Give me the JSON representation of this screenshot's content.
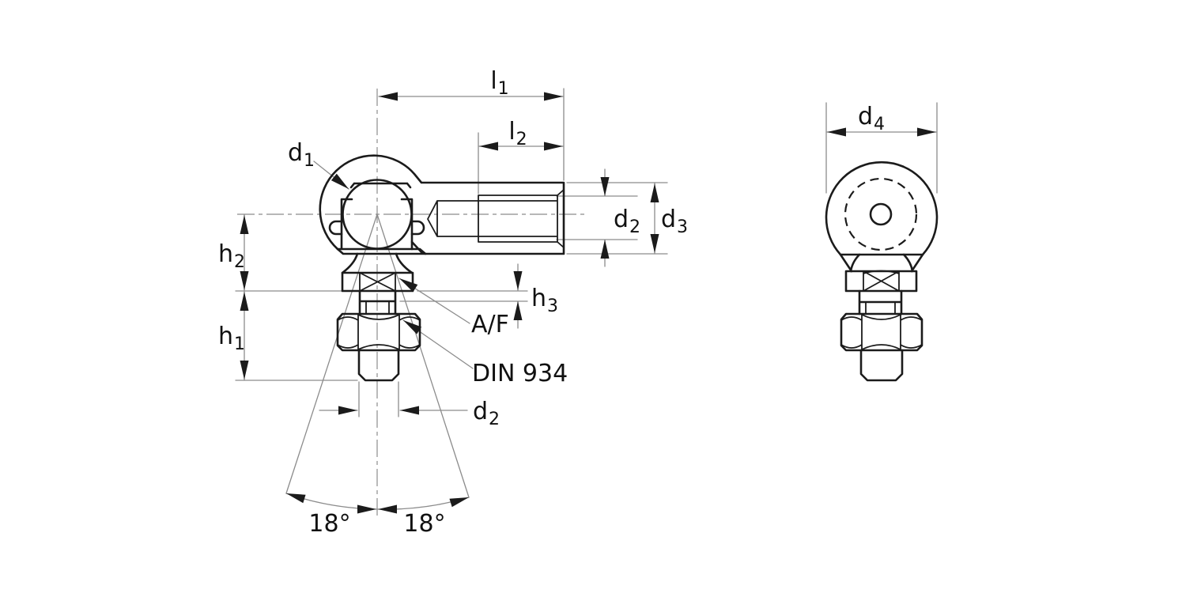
{
  "drawing": {
    "type": "technical-dimension-drawing",
    "part": "angle ball joint with hex nut, front and side views",
    "colors": {
      "background": "#ffffff",
      "outline": "#1b1b1b",
      "dimension_lines": "#8c8c8c",
      "text": "#111111"
    },
    "labels": {
      "l1": {
        "base": "l",
        "sub": "1"
      },
      "l2": {
        "base": "l",
        "sub": "2"
      },
      "d1": {
        "base": "d",
        "sub": "1"
      },
      "d2_bore": {
        "base": "d",
        "sub": "2"
      },
      "d2_stud": {
        "base": "d",
        "sub": "2"
      },
      "d3": {
        "base": "d",
        "sub": "3"
      },
      "d4": {
        "base": "d",
        "sub": "4"
      },
      "h1": {
        "base": "h",
        "sub": "1"
      },
      "h2": {
        "base": "h",
        "sub": "2"
      },
      "h3": {
        "base": "h",
        "sub": "3"
      },
      "across_flats": "A/F",
      "nut_standard": "DIN 934",
      "swivel_angle_left": "18°",
      "swivel_angle_right": "18°"
    }
  }
}
